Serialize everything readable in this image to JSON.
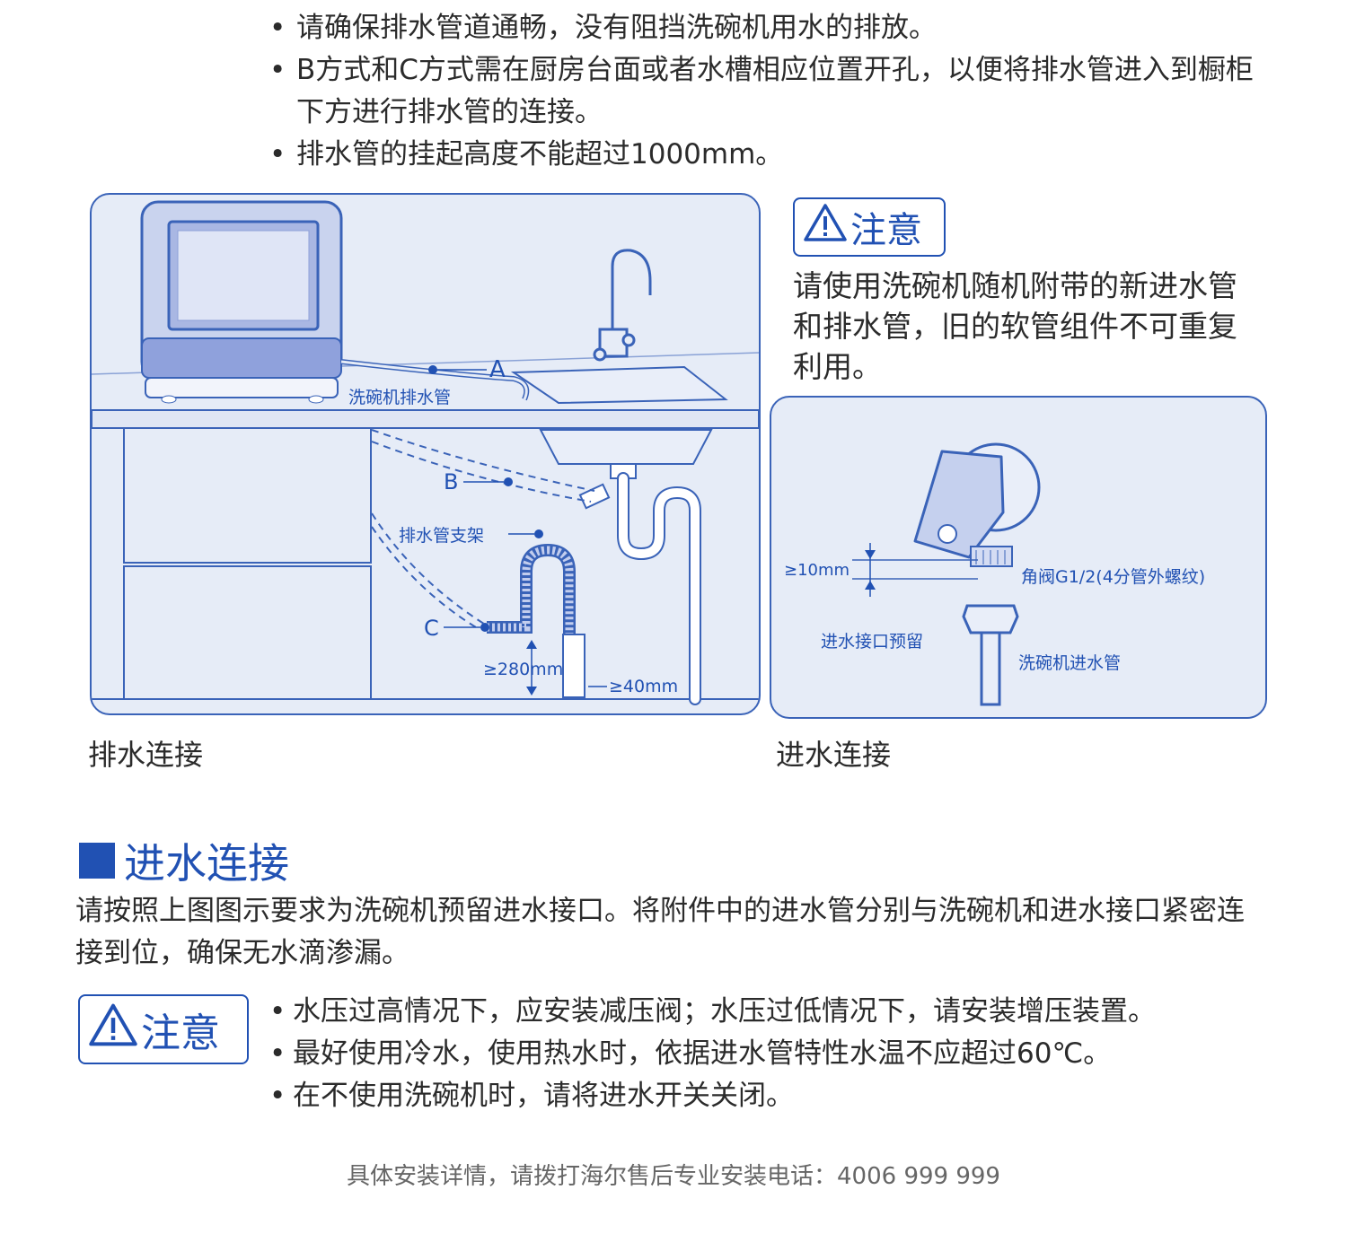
{
  "top_notes": [
    "请确保排水管道通畅，没有阻挡洗碗机用水的排放。",
    "B方式和C方式需在厨房台面或者水槽相应位置开孔，以便将排水管进入到橱柜下方进行排水管的连接。",
    "排水管的挂起高度不能超过1000mm。"
  ],
  "bullet": "•",
  "drain_panel": {
    "label_A": "A",
    "label_B": "B",
    "label_C": "C",
    "hose_label": "洗碗机排水管",
    "bracket_label": "排水管支架",
    "height_label": "≥280mm",
    "gap_label": "≥40mm",
    "caption": "排水连接"
  },
  "attention": {
    "icon": "warning-triangle-icon",
    "label": "注意",
    "text": "请使用洗碗机随机附带的新进水管和排水管，旧的软管组件不可重复利用。"
  },
  "inlet_panel": {
    "clearance_label": "≥10mm",
    "valve_label": "角阀G1/2(4分管外螺纹)",
    "reserve_label": "进水接口预留",
    "hose_label": "洗碗机进水管",
    "caption": "进水连接"
  },
  "section": {
    "title": "进水连接",
    "paragraph": "请按照上图图示要求为洗碗机预留进水接口。将附件中的进水管分别与洗碗机和进水接口紧密连接到位，确保无水滴渗漏。"
  },
  "attention2": {
    "label": "注意",
    "items": [
      "水压过高情况下，应安装减压阀；水压过低情况下，请安装增压装置。",
      "最好使用冷水，使用热水时，依据进水管特性水温不应超过60℃。",
      "在不使用洗碗机时，请将进水开关关闭。"
    ]
  },
  "footer": "具体安装详情，请拨打海尔售后专业安装电话：4006 999 999",
  "colors": {
    "accent": "#2151b3",
    "panel_bg": "#e6ecf7",
    "text": "#2b2b2b"
  }
}
